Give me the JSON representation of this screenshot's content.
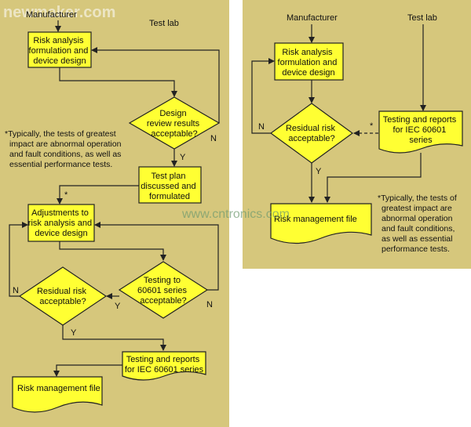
{
  "watermarks": {
    "top_left": "newmaker.com",
    "center": "www.cntronics.com"
  },
  "left": {
    "manufacturer": "Manufacturer",
    "test_lab": "Test lab",
    "box_risk_analysis": [
      "Risk analysis",
      "formulation and",
      "device design"
    ],
    "diamond_design_review": [
      "Design",
      "review results",
      "acceptable?"
    ],
    "box_test_plan": [
      "Test plan",
      "discussed and",
      "formulated"
    ],
    "box_adjustments": [
      "Adjustments to",
      "risk analysis and",
      "device design"
    ],
    "diamond_testing": [
      "Testing to",
      "60601 series",
      "acceptable?"
    ],
    "diamond_residual": [
      "Residual risk",
      "acceptable?"
    ],
    "doc_testing_reports": [
      "Testing and reports",
      "for IEC 60601 series"
    ],
    "doc_risk_file": "Risk management file",
    "footnote": [
      "*Typically, the tests of greatest",
      "impact are abnormal operation",
      "and fault conditions, as well as",
      "essential performance tests."
    ],
    "labels": {
      "y": "Y",
      "n": "N",
      "star": "*"
    }
  },
  "right": {
    "manufacturer": "Manufacturer",
    "test_lab": "Test lab",
    "box_risk_analysis": [
      "Risk analysis",
      "formulation and",
      "device design"
    ],
    "diamond_residual": [
      "Residual risk",
      "acceptable?"
    ],
    "doc_testing_reports": [
      "Testing and reports",
      "for IEC 60601",
      "series"
    ],
    "doc_risk_file": "Risk management file",
    "footnote": [
      "*Typically, the tests of",
      "greatest impact are",
      "abnormal operation",
      "and fault conditions,",
      "as well as essential",
      "performance tests."
    ],
    "labels": {
      "y": "Y",
      "n": "N",
      "star": "*"
    }
  }
}
